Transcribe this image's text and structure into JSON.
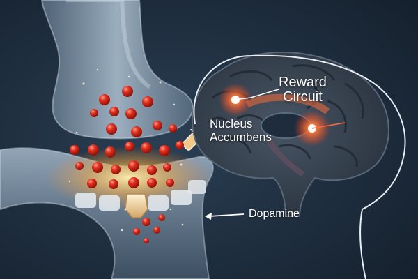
{
  "labels": {
    "reward_circuit": [
      "Reward",
      "Circuit"
    ],
    "nucleus_accumbens": [
      "Nucleus",
      "Accumbens"
    ],
    "dopamine": "Dopamine"
  },
  "colors": {
    "background": "#1b2a3a",
    "neuron": "#8fa3b8",
    "brain": "#3a4654",
    "dopamine_molecule": "#d42a1e",
    "glow": "#ff5a2a",
    "synapse_glow": "#ffcf5a",
    "label": "#ffffff"
  },
  "icons": [
    "pre-synaptic-terminal",
    "post-synaptic-membrane",
    "receptor-icon",
    "brain-icon",
    "arrow-icon"
  ]
}
